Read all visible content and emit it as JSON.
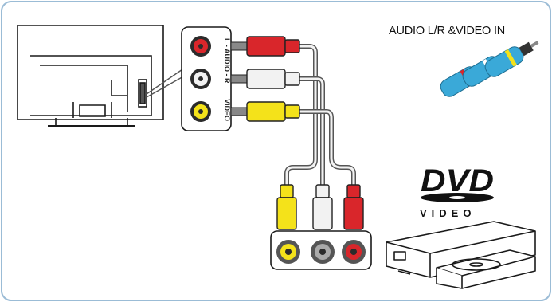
{
  "diagram": {
    "title": "AUDIO L/R &VIDEO IN",
    "jack_labels": {
      "audio": "L - AUDIO - R",
      "video": "VIDEO"
    },
    "dvd_logo": "DVD",
    "dvd_sub": "VIDEO",
    "colors": {
      "frame": "#9bbcd6",
      "red": "#d9262b",
      "white": "#f2f2f2",
      "yellow": "#f4e21a",
      "cable": "#555555",
      "icon_blue": "#3aa9d8"
    },
    "icons": [
      "tv-rear-icon",
      "av-cable-icon",
      "dvd-player-icon",
      "rca-plugs-icon",
      "dvd-logo-icon"
    ]
  }
}
